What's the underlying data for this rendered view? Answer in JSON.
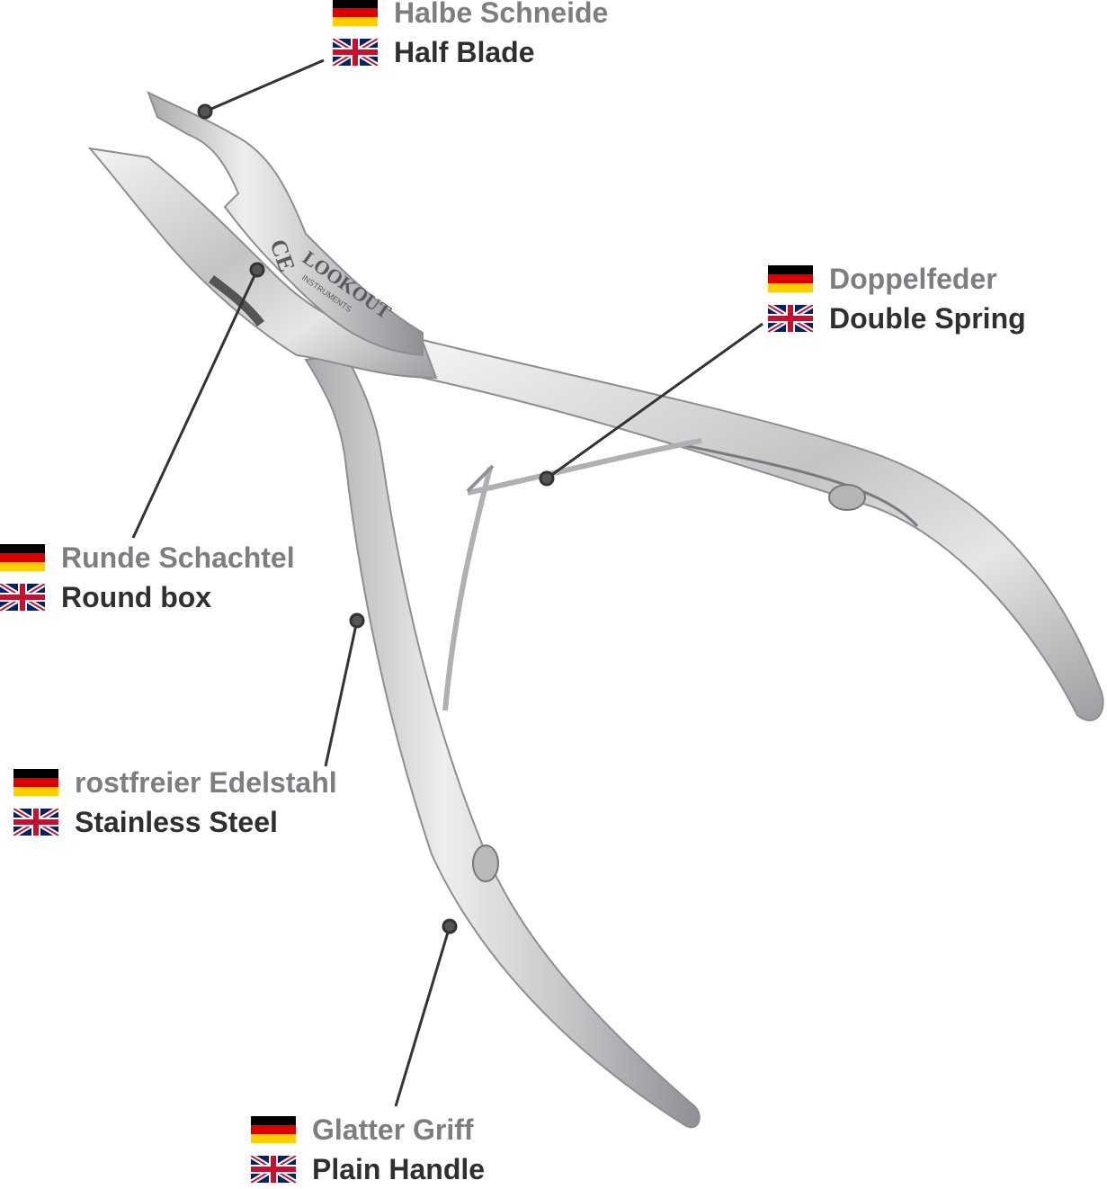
{
  "colors": {
    "flag_de": [
      "#000000",
      "#dd0000",
      "#ffce00"
    ],
    "flag_uk": [
      "#012169",
      "#ffffff",
      "#c8102e"
    ],
    "german_text": "#7d7d82",
    "english_text": "#2f2f31",
    "steel": "#c9c9cb",
    "leader_line": "#333333"
  },
  "icons": {
    "german": "german-flag-icon",
    "english": "uk-flag-icon"
  },
  "product": {
    "brand_mark": "LOOKOUT",
    "brand_sub": "INSTRUMENTS",
    "ce_mark": "CE"
  },
  "callouts": [
    {
      "id": "half-blade",
      "de": "Halbe Schneide",
      "en": "Half Blade"
    },
    {
      "id": "double-spring",
      "de": "Doppelfeder",
      "en": "Double Spring"
    },
    {
      "id": "round-box",
      "de": "Runde Schachtel",
      "en": "Round box"
    },
    {
      "id": "stainless-steel",
      "de": "rostfreier Edelstahl",
      "en": "Stainless Steel"
    },
    {
      "id": "plain-handle",
      "de": "Glatter Griff",
      "en": "Plain Handle"
    }
  ]
}
